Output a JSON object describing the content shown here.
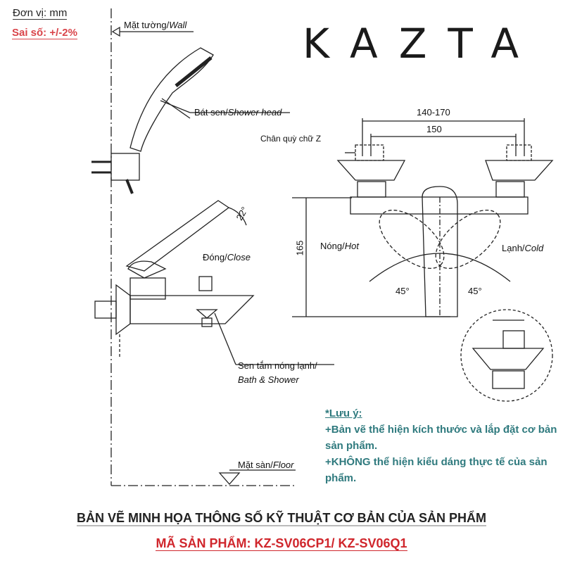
{
  "unit_label": "Đơn vị: mm",
  "tolerance_label": "Sai số: +/-2%",
  "brand": "KAZTA",
  "labels": {
    "wall_vi": "Mặt tường/",
    "wall_en": "Wall",
    "shower_head_vi": "Bát sen/",
    "shower_head_en": "Shower head",
    "angle_22": "22°",
    "close_vi": "Đóng/",
    "close_en": "Close",
    "bath_vi": "Sen tắm nóng lạnh/",
    "bath_en": "Bath & Shower",
    "floor_vi": "Mặt sàn/",
    "floor_en": "Floor",
    "z_leg": "Chân quỳ chữ Z",
    "dim_140_170": "140-170",
    "dim_150": "150",
    "dim_165": "165",
    "hot_vi": "Nóng/",
    "hot_en": "Hot",
    "cold_vi": "Lạnh/",
    "cold_en": "Cold",
    "angle_45_left": "45°",
    "angle_45_right": "45°"
  },
  "note": {
    "title": "*Lưu ý:",
    "line1": "+Bản vẽ thể hiện kích thước và lắp đặt cơ bản sản phẩm.",
    "line2": "+KHÔNG thể hiện kiểu dáng thực tế của sản phẩm."
  },
  "footer": {
    "title": "BẢN VẼ MINH HỌA THÔNG SỐ KỸ THUẬT CƠ BẢN CỦA SẢN PHẨM",
    "product_code": "MÃ SẢN PHẨM: KZ-SV06CP1/ KZ-SV06Q1"
  }
}
